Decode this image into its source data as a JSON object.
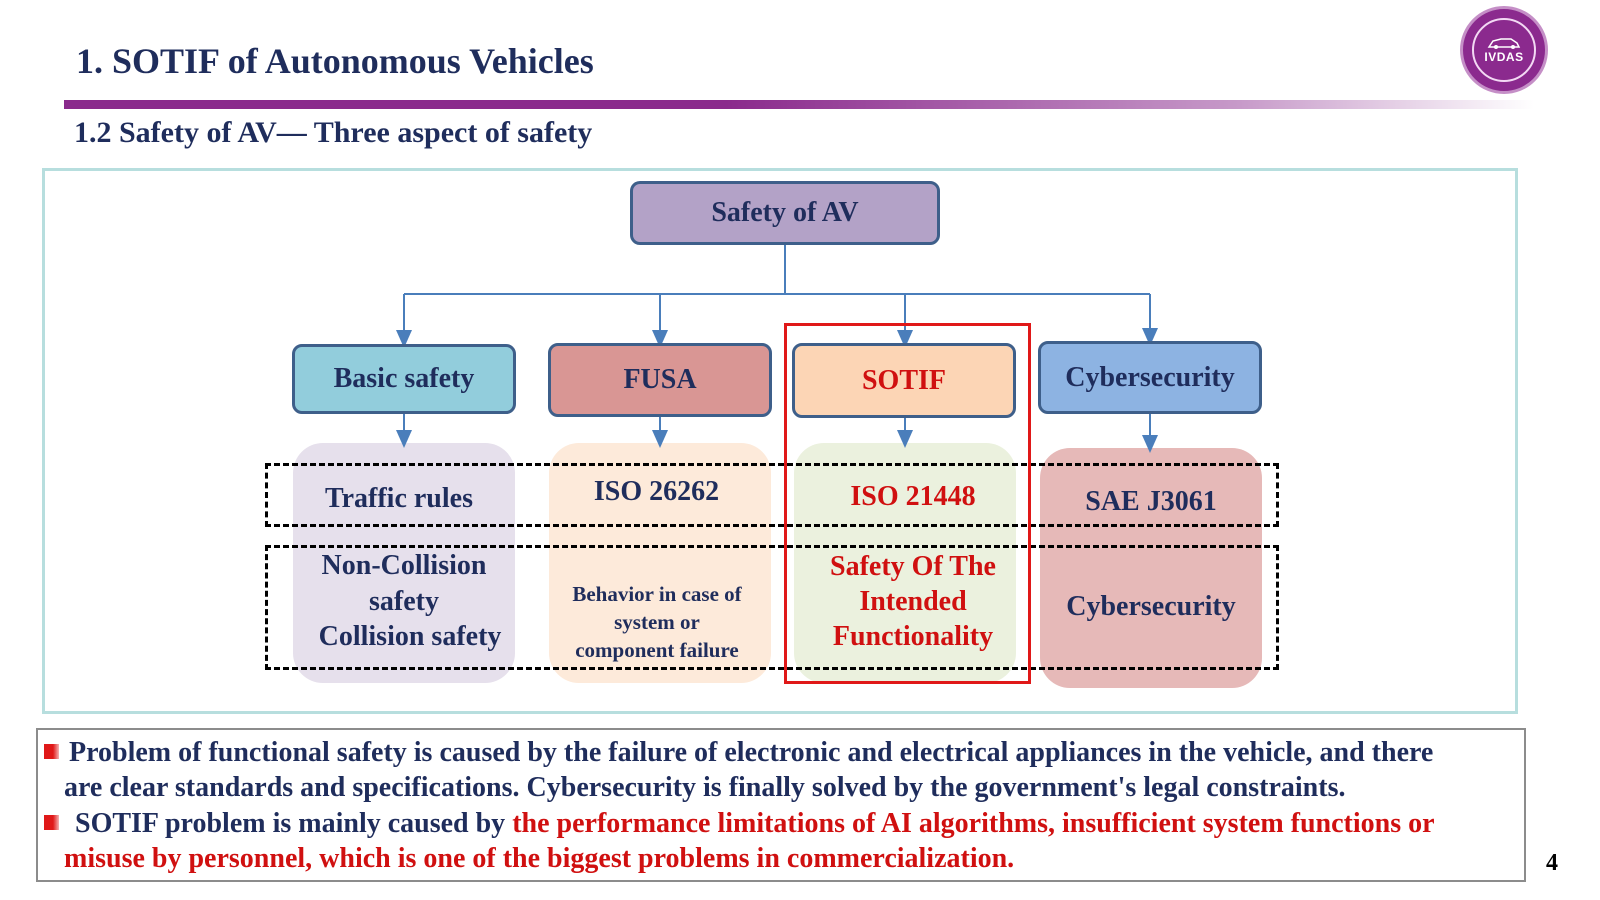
{
  "header": {
    "title": "1. SOTIF of Autonomous Vehicles",
    "subtitle": "1.2  Safety of AV— Three aspect of safety",
    "logo_text": "IVDAS",
    "logo_color": "#8b2a8e"
  },
  "diagram": {
    "root": "Safety of AV",
    "categories": [
      {
        "label": "Basic safety",
        "standard": "Traffic rules",
        "description_lines": [
          "Non-Collision",
          "safety",
          "Collision safety"
        ],
        "box_color": "#92cddc",
        "column_color": "#e6e0ec"
      },
      {
        "label": "FUSA",
        "standard": "ISO 26262",
        "description_lines": [
          "Behavior in case of",
          "system or",
          "component failure"
        ],
        "box_color": "#d99694",
        "column_color": "#fdeada"
      },
      {
        "label": "SOTIF",
        "standard": "ISO 21448",
        "description_lines": [
          "Safety Of The",
          "Intended",
          "Functionality"
        ],
        "box_color": "#fcd5b5",
        "column_color": "#ebf1de",
        "highlight_color": "#e01818"
      },
      {
        "label": "Cybersecurity",
        "standard": "SAE J3061",
        "description_lines": [
          "Cybersecurity"
        ],
        "box_color": "#8db3e2",
        "column_color": "#e6b9b8"
      }
    ]
  },
  "notes": {
    "bullet1_line1": "Problem of functional safety is caused by the failure of electronic and electrical appliances in the vehicle, and there",
    "bullet1_line2": "are clear standards and specifications. Cybersecurity is finally solved by the government's legal constraints.",
    "bullet2_prefix": "SOTIF problem is mainly caused by ",
    "bullet2_red_line1": "the performance limitations of AI algorithms, insufficient system functions or",
    "bullet2_red_line2": "misuse by personnel, which is one of the biggest problems in commercialization."
  },
  "page_number": "4"
}
